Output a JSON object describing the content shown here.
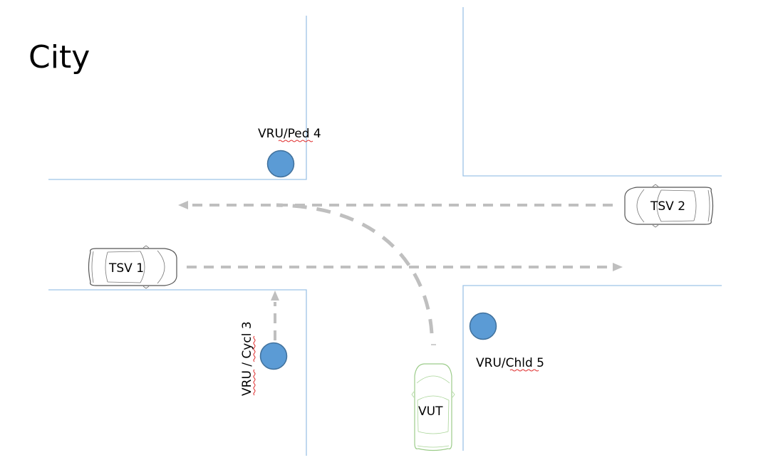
{
  "title": "City",
  "labels": {
    "vru_ped": "VRU/Ped 4",
    "vru_chld": "VRU/Chld 5",
    "vru_cycl": "VRU / Cycl 3",
    "tsv1": "TSV 1",
    "tsv2": "TSV 2",
    "vut": "VUT"
  },
  "colors": {
    "road_edge": "#9dc3e6",
    "trajectory": "#bfbfbf",
    "vru_fill": "#5b9bd5",
    "vut_outline": "#9ccc8a",
    "spellcheck_underline": "#e03030"
  }
}
